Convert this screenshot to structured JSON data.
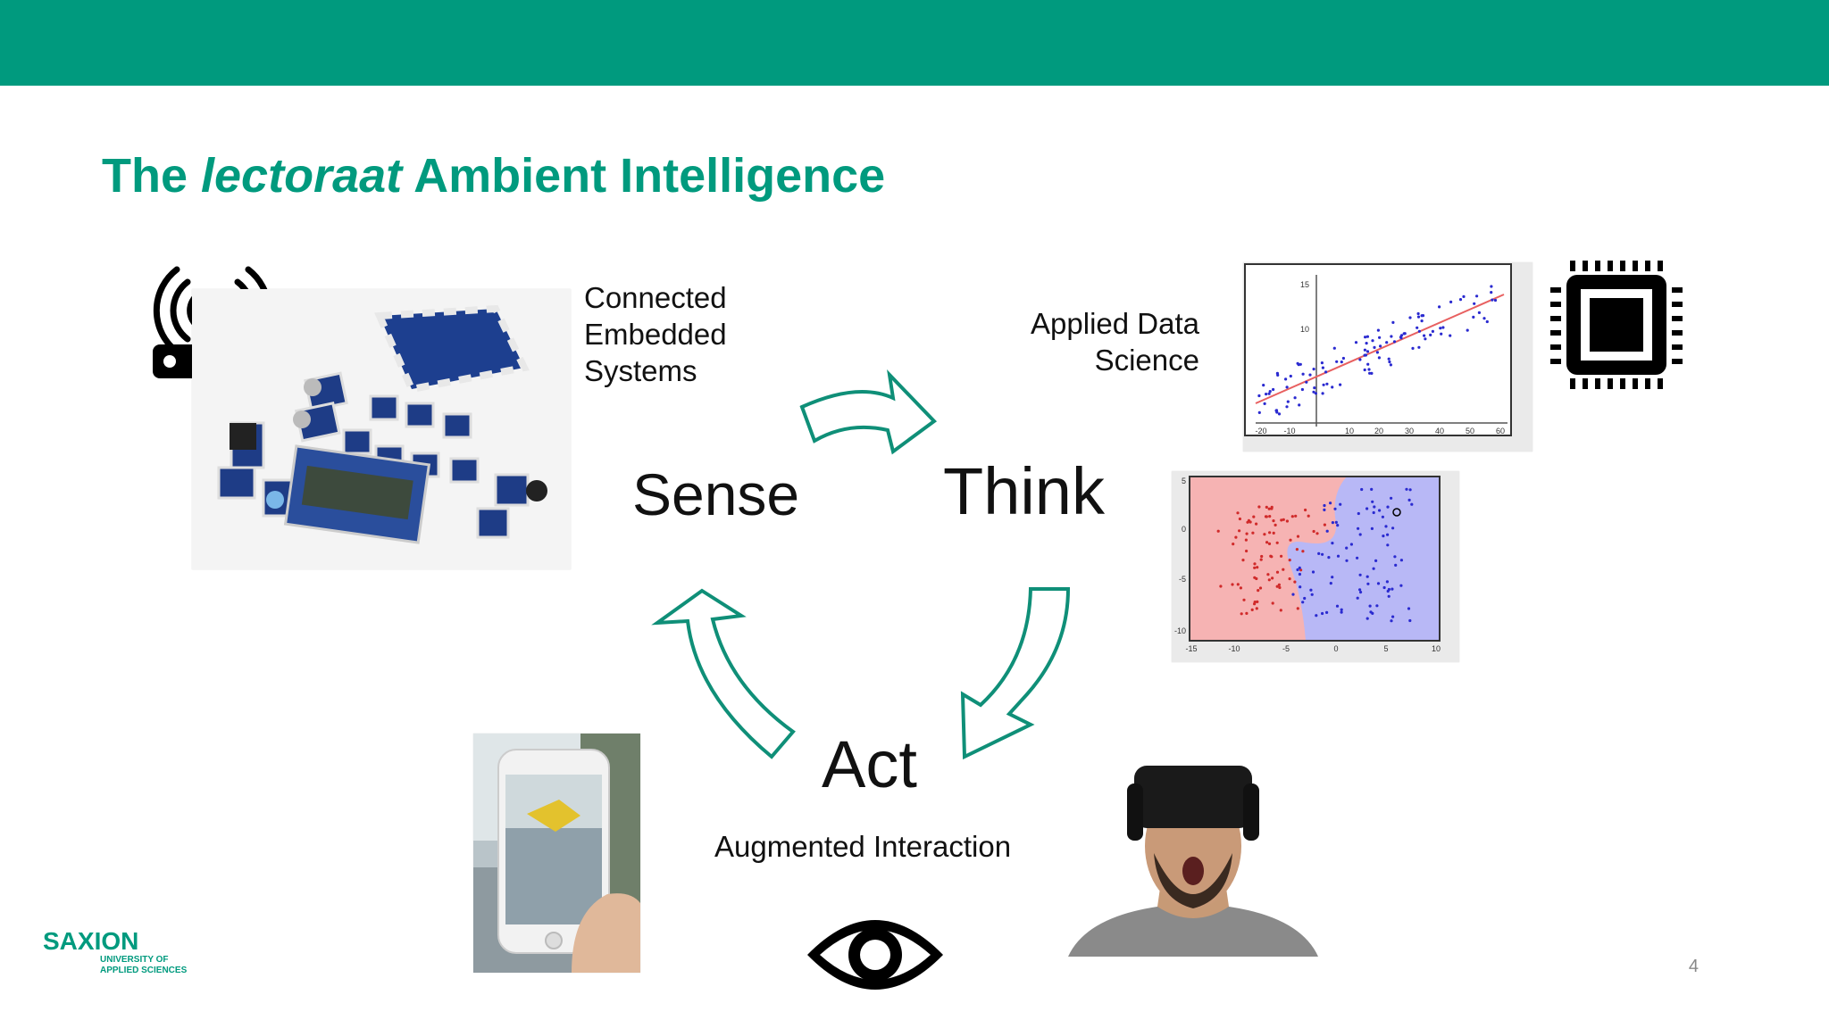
{
  "slide": {
    "title_pre": "The ",
    "title_em": "lectoraat",
    "title_post": " Ambient Intelligence",
    "sense": "Sense",
    "think": "Think",
    "act": "Act",
    "label_embedded": [
      "Connected",
      "Embedded",
      "Systems"
    ],
    "label_data": [
      "Applied Data",
      "Science"
    ],
    "label_interaction": "Augmented Interaction",
    "page_number": "4"
  },
  "logo": {
    "brand": "SAXION",
    "line1": "UNIVERSITY OF",
    "line2": "APPLIED SCIENCES"
  },
  "scatter_plot": {
    "y_ticks": [
      "15",
      "10"
    ],
    "x_ticks": [
      "-20",
      "-10",
      "10",
      "20",
      "30",
      "40",
      "50",
      "60"
    ]
  },
  "classifier_plot": {
    "y_ticks": [
      "5",
      "0",
      "-5",
      "-10"
    ],
    "x_ticks": [
      "-15",
      "-10",
      "-5",
      "0",
      "5",
      "10"
    ]
  },
  "colors": {
    "brand_green": "#009a7e",
    "class_red": "#f6b3b3",
    "class_blue": "#b8b8f6"
  },
  "icons": [
    "router-icon",
    "cpu-chip-icon",
    "eye-icon",
    "cycle-arrow-icon"
  ]
}
